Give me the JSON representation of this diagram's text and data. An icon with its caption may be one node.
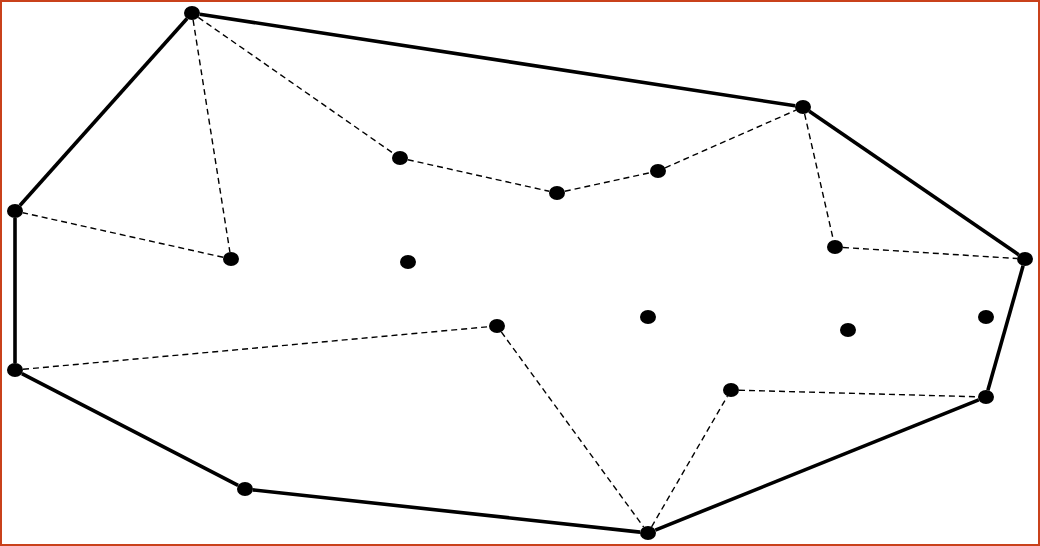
{
  "diagram": {
    "nodes": [
      {
        "text": [],
        "shape": "circle"
      },
      {
        "text": [],
        "shape": "circle"
      },
      {
        "text": [],
        "shape": "circle"
      },
      {
        "text": [],
        "shape": "circle"
      },
      {
        "text": [],
        "shape": "circle"
      },
      {
        "text": [],
        "shape": "circle"
      },
      {
        "text": [],
        "shape": "circle"
      },
      {
        "text": [],
        "shape": "circle"
      },
      {
        "text": [],
        "shape": "circle"
      },
      {
        "text": [],
        "shape": "circle"
      },
      {
        "text": [],
        "shape": "circle"
      },
      {
        "text": [],
        "shape": "circle"
      },
      {
        "text": [],
        "shape": "circle"
      },
      {
        "text": [],
        "shape": "circle"
      },
      {
        "text": [],
        "shape": "circle"
      },
      {
        "text": [],
        "shape": "circle"
      },
      {
        "text": [],
        "shape": "circle"
      },
      {
        "text": [],
        "shape": "circle"
      },
      {
        "text": [],
        "shape": "circle"
      }
    ],
    "edges": [
      {
        "from": 0,
        "to": 1,
        "arrow": "none",
        "style": "thick"
      },
      {
        "from": 1,
        "to": 8,
        "arrow": "none",
        "style": "thick"
      },
      {
        "from": 8,
        "to": 16,
        "arrow": "none",
        "style": "thick"
      },
      {
        "from": 16,
        "to": 18,
        "arrow": "none",
        "style": "thick"
      },
      {
        "from": 18,
        "to": 17,
        "arrow": "none",
        "style": "thick"
      },
      {
        "from": 17,
        "to": 14,
        "arrow": "none",
        "style": "thick"
      },
      {
        "from": 14,
        "to": 5,
        "arrow": "none",
        "style": "thick"
      },
      {
        "from": 5,
        "to": 0,
        "arrow": "none",
        "style": "thick"
      },
      {
        "from": 0,
        "to": 2,
        "arrow": "none",
        "style": "dashed"
      },
      {
        "from": 2,
        "to": 4,
        "arrow": "none",
        "style": "dashed"
      },
      {
        "from": 4,
        "to": 3,
        "arrow": "none",
        "style": "dashed"
      },
      {
        "from": 3,
        "to": 1,
        "arrow": "none",
        "style": "dashed"
      },
      {
        "from": 1,
        "to": 6,
        "arrow": "none",
        "style": "dashed"
      },
      {
        "from": 6,
        "to": 8,
        "arrow": "none",
        "style": "dashed"
      },
      {
        "from": 0,
        "to": 7,
        "arrow": "none",
        "style": "dashed"
      },
      {
        "from": 7,
        "to": 5,
        "arrow": "none",
        "style": "dashed"
      },
      {
        "from": 14,
        "to": 12,
        "arrow": "none",
        "style": "dashed"
      },
      {
        "from": 12,
        "to": 18,
        "arrow": "none",
        "style": "dashed"
      },
      {
        "from": 18,
        "to": 15,
        "arrow": "none",
        "style": "dashed"
      },
      {
        "from": 15,
        "to": 16,
        "arrow": "none",
        "style": "dashed"
      }
    ]
  }
}
